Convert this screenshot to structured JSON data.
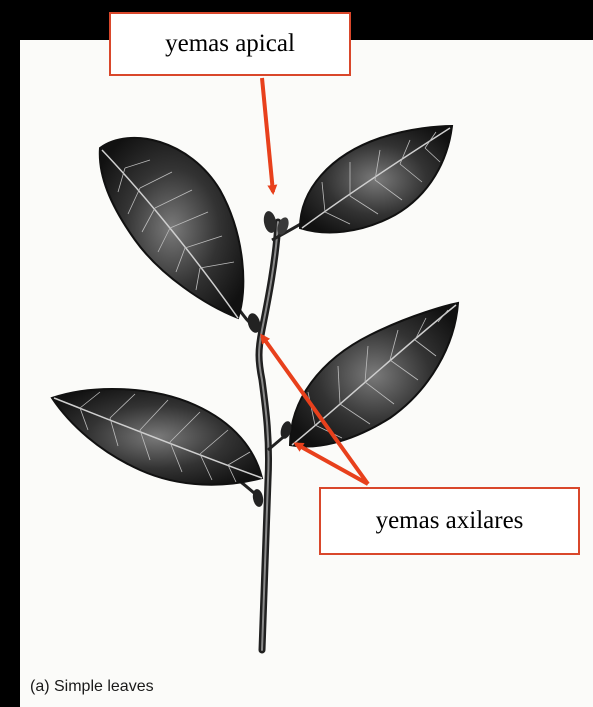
{
  "labels": {
    "apical": "yemas apical",
    "axilares": "yemas axilares"
  },
  "caption": "(a) Simple leaves",
  "icons": {
    "figure": "leafy-twig-illustration",
    "pointer": "red-arrow"
  },
  "colors": {
    "background": "#000000",
    "paper": "#fbfbf9",
    "label_border": "#d9472b",
    "arrow": "#e8401c",
    "illustration_ink": "#1c1c1c"
  }
}
